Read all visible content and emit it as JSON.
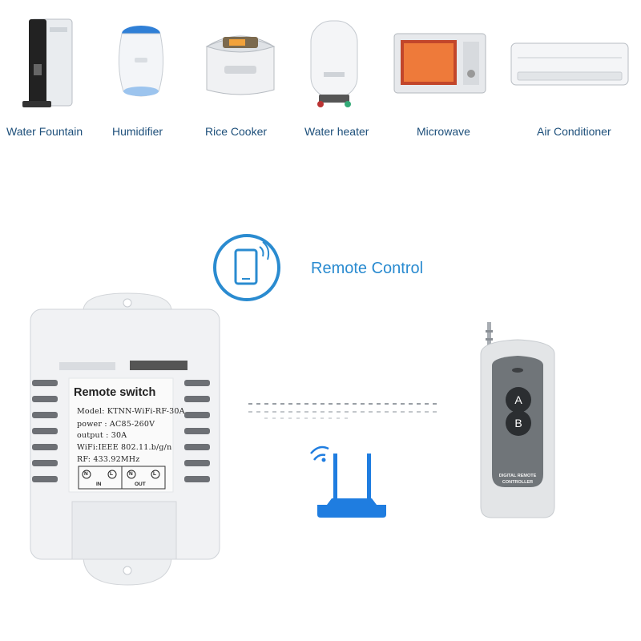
{
  "appliances": [
    {
      "label": "Water Fountain",
      "icon": "water-fountain-icon"
    },
    {
      "label": "Humidifier",
      "icon": "humidifier-icon"
    },
    {
      "label": "Rice Cooker",
      "icon": "rice-cooker-icon"
    },
    {
      "label": "Water heater",
      "icon": "water-heater-icon"
    },
    {
      "label": "Microwave",
      "icon": "microwave-icon"
    },
    {
      "label": "Air Conditioner",
      "icon": "air-conditioner-icon"
    }
  ],
  "remote_control": {
    "title": "Remote Control",
    "icon": "phone-signal-icon"
  },
  "switch_device": {
    "title": "Remote switch",
    "specs": [
      "Model: KTNN-WiFi-RF-30A",
      "power : AC85-260V",
      "output :  30A",
      "WiFi:IEEE 802.11.b/g/n",
      "RF:  433.92MHz"
    ],
    "terminals": {
      "n1": "N",
      "l1": "L",
      "n2": "N",
      "l2": "L",
      "in": "IN",
      "out": "OUT"
    }
  },
  "router": {
    "icon": "wifi-router-icon"
  },
  "fob": {
    "button_a": "A",
    "button_b": "B",
    "caption_line1": "DIGITAL REMOTE",
    "caption_line2": "CONTROLLER"
  },
  "colors": {
    "accent_blue": "#2a8bd0",
    "label_blue": "#1d4f7a",
    "router_blue": "#1f7de0"
  }
}
